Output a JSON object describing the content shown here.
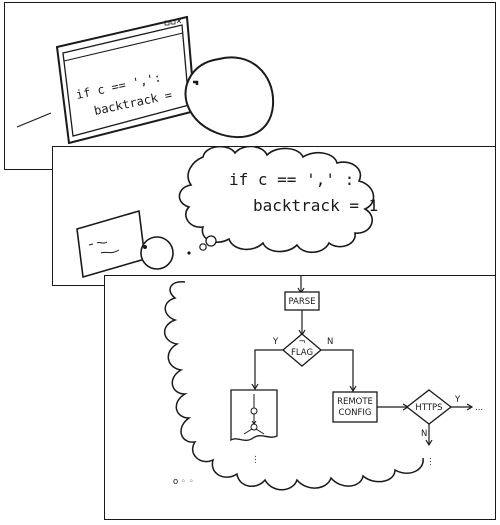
{
  "panel1": {
    "code_line1": "if c == ',':",
    "code_line2": "backtrack ="
  },
  "panel2": {
    "thought_line1": "if c == ',' :",
    "thought_line2": "backtrack = 1"
  },
  "panel3": {
    "parse_label": "PARSE",
    "flag_label": "FLAG",
    "flag_mark": "¬",
    "yes_label_1": "Y",
    "no_label_1": "N",
    "remote_config_line1": "REMOTE",
    "remote_config_line2": "CONFIG",
    "https_label": "HTTPS",
    "yes_label_2": "Y",
    "no_label_2": "N",
    "ellipsis_right": "...",
    "ellipsis_down": "⋮",
    "ellipsis_left_box": "⋮",
    "thought_dots": "o ◦ ◦"
  }
}
